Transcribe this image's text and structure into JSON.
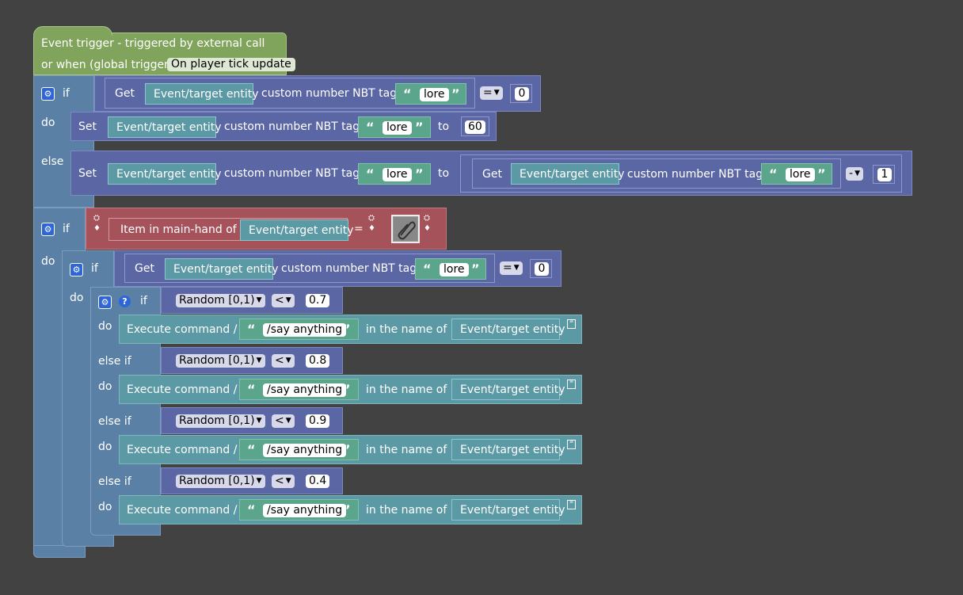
{
  "event": {
    "line1": "Event trigger - triggered by external call",
    "line2": "or when (global trigger):",
    "trigger": "On player tick update"
  },
  "labels": {
    "if": "if",
    "do": "do",
    "else": "else",
    "else_if": "else if",
    "get": "Get",
    "set": "Set",
    "to": "to",
    "entity": "Event/target entity",
    "nbt": "custom number NBT tag",
    "lore": "lore",
    "item_main_hand": "Item in main-hand of",
    "equals": "=",
    "execute": "Execute command /",
    "in_name_of": "in the name of",
    "random": "Random [0,1)",
    "say": "/say anything",
    "open_quote": "“",
    "close_quote": "”",
    "lt": "<",
    "minus": "-",
    "eq_op": "="
  },
  "values": {
    "if1_compare": "0",
    "set_value": "60",
    "subtract": "1",
    "if3_compare": "0",
    "chance1": "0.7",
    "chance2": "0.8",
    "chance3": "0.9",
    "chance4": "0.4"
  },
  "icons": {
    "gear": "gear-icon",
    "help": "help-icon",
    "item": "paperclip-icon",
    "comment": "comment-icon"
  },
  "colors": {
    "background": "#424242",
    "event_block": "#81a45c",
    "logic_block": "#5b80a5",
    "nbt_block": "#5b67a5",
    "item_block": "#a5525a",
    "entity_block": "#5b9aa5",
    "string_block": "#5ba58c"
  }
}
